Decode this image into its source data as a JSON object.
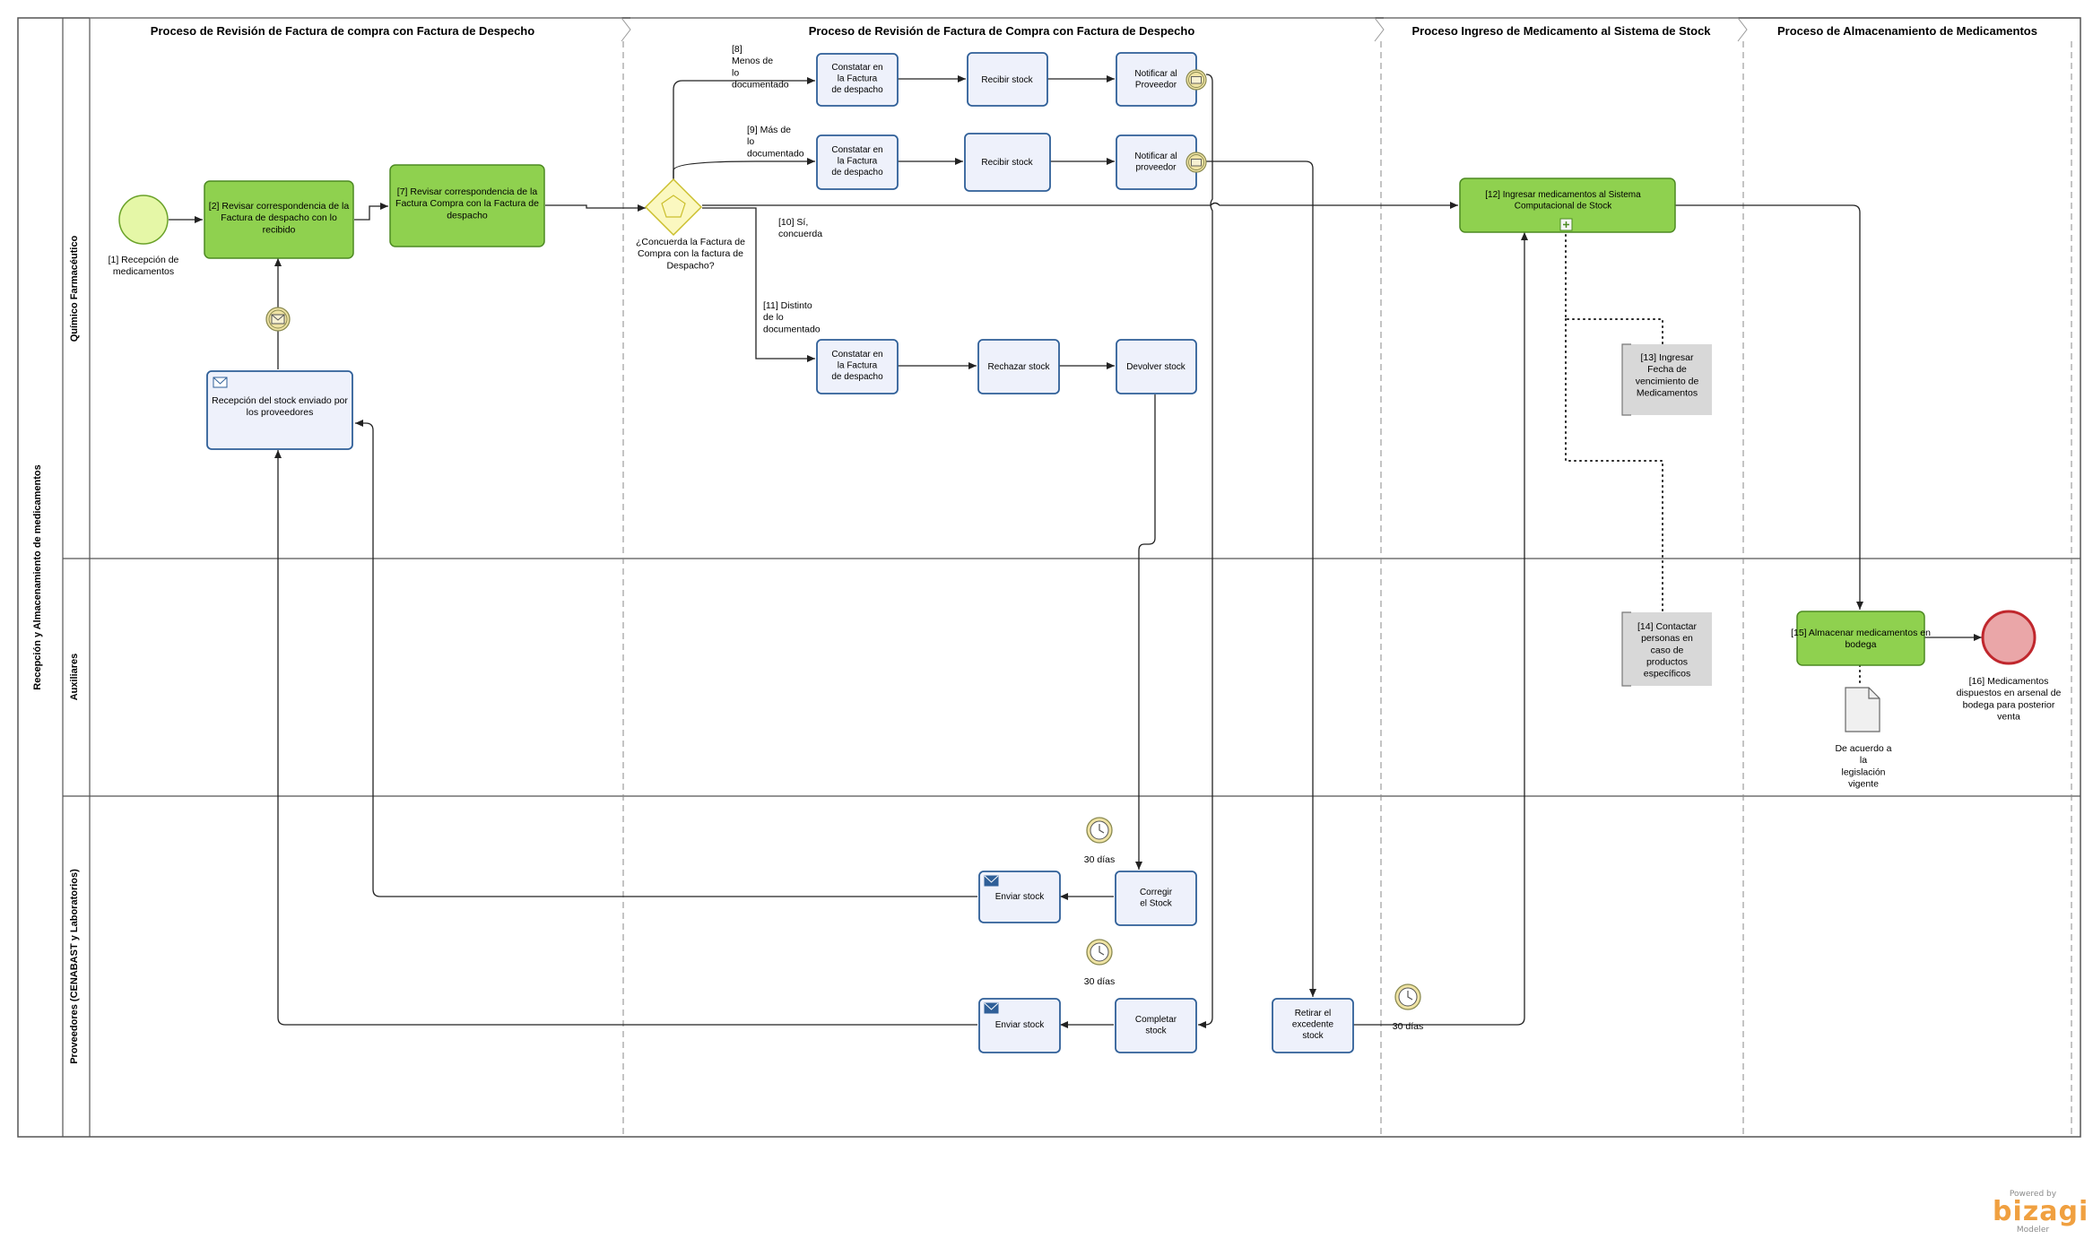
{
  "pool": {
    "title": "Recepción y Almacenamiento de medicamentos",
    "lanes": [
      "Químico Farmacéutico",
      "Auxiliares",
      "Proveedores (CENABAST y Laboratorios)"
    ]
  },
  "phases": [
    "Proceso de Revisión de Factura de compra con Factura de Despecho",
    "Proceso de Revisión de Factura de Compra con Factura de Despecho",
    "Proceso Ingreso de Medicamento al Sistema de Stock",
    "Proceso de Almacenamiento de Medicamentos"
  ],
  "start_event": "[1] Recepción de medicamentos",
  "end_event": "[16] Medicamentos dispuestos en arsenal de bodega para posterior venta",
  "gateway": "¿Concuerda la Factura de Compra con la factura de Despacho?",
  "tasks": {
    "t2": "[2] Revisar correspondencia de la Factura de despacho con lo recibido",
    "t7": "[7] Revisar correspondencia de la Factura Compra con la Factura de despacho",
    "recv": "Recepción del stock enviado por los proveedores",
    "c8": "Constatar en la Factura de despacho",
    "r8": "Recibir stock",
    "n8": "Notificar al Proveedor",
    "c9": "Constatar en la Factura de despacho",
    "r9": "Recibir stock",
    "n9": "Notificar al proveedor",
    "c11": "Constatar en la Factura de despacho",
    "rej": "Rechazar stock",
    "dev": "Devolver stock",
    "t12": "[12] Ingresar medicamentos al Sistema Computacional de Stock",
    "t15": "[15] Almacenar medicamentos en bodega",
    "corr": "Corregir el Stock",
    "env1": "Enviar stock",
    "comp": "Completar stock",
    "env2": "Enviar stock",
    "ret": "Retirar el excedente stock"
  },
  "flow_labels": {
    "l8": "[8] Menos de lo documentado",
    "l9": "[9] Más de lo documentado",
    "l10": "[10] Sí, concuerda",
    "l11": "[11] Distinto de lo documentado"
  },
  "annotations": {
    "a13": "[13] Ingresar Fecha de vencimiento de Medicamentos",
    "a14": "[14] Contactar personas en caso de productos específicos"
  },
  "document": "De acuerdo a la legislación vigente",
  "timers": [
    "30 días",
    "30 días",
    "30 días"
  ],
  "branding": {
    "powered": "Powered by",
    "name": "bizagi",
    "product": "Modeler"
  },
  "colors": {
    "green_task": "#8fd14f",
    "green_border": "#5a9a2a",
    "blue_task": "#eef1fb",
    "blue_border": "#2f5f98",
    "start_fill": "#e5f7a7",
    "end_fill": "#eaa6a8",
    "end_border": "#c0272d",
    "gateway_fill": "#fbf8c0",
    "gateway_border": "#cbbf2e",
    "annotation_fill": "#d8d8d8",
    "line": "#222222"
  }
}
